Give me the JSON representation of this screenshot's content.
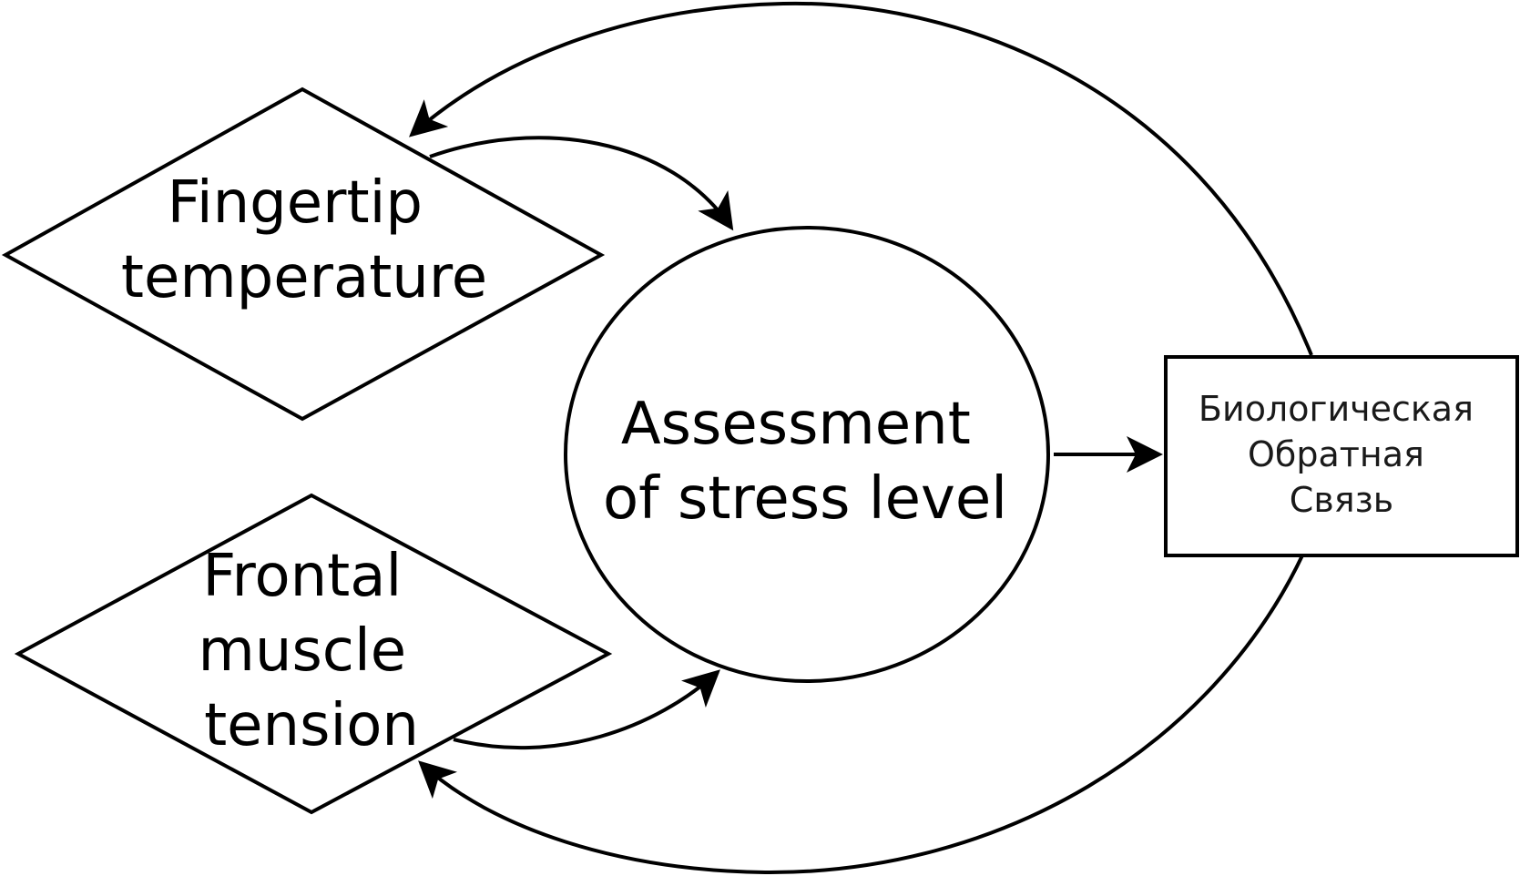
{
  "nodes": {
    "fingertip": {
      "lines": [
        "Fingertip",
        "temperature"
      ]
    },
    "muscle": {
      "lines": [
        "Frontal",
        "muscle",
        "tension"
      ]
    },
    "assessment": {
      "lines": [
        "Assessment",
        "of stress level"
      ]
    },
    "biofeedback": {
      "lines": [
        "Биологическая",
        "Обратная",
        "Связь"
      ]
    }
  }
}
